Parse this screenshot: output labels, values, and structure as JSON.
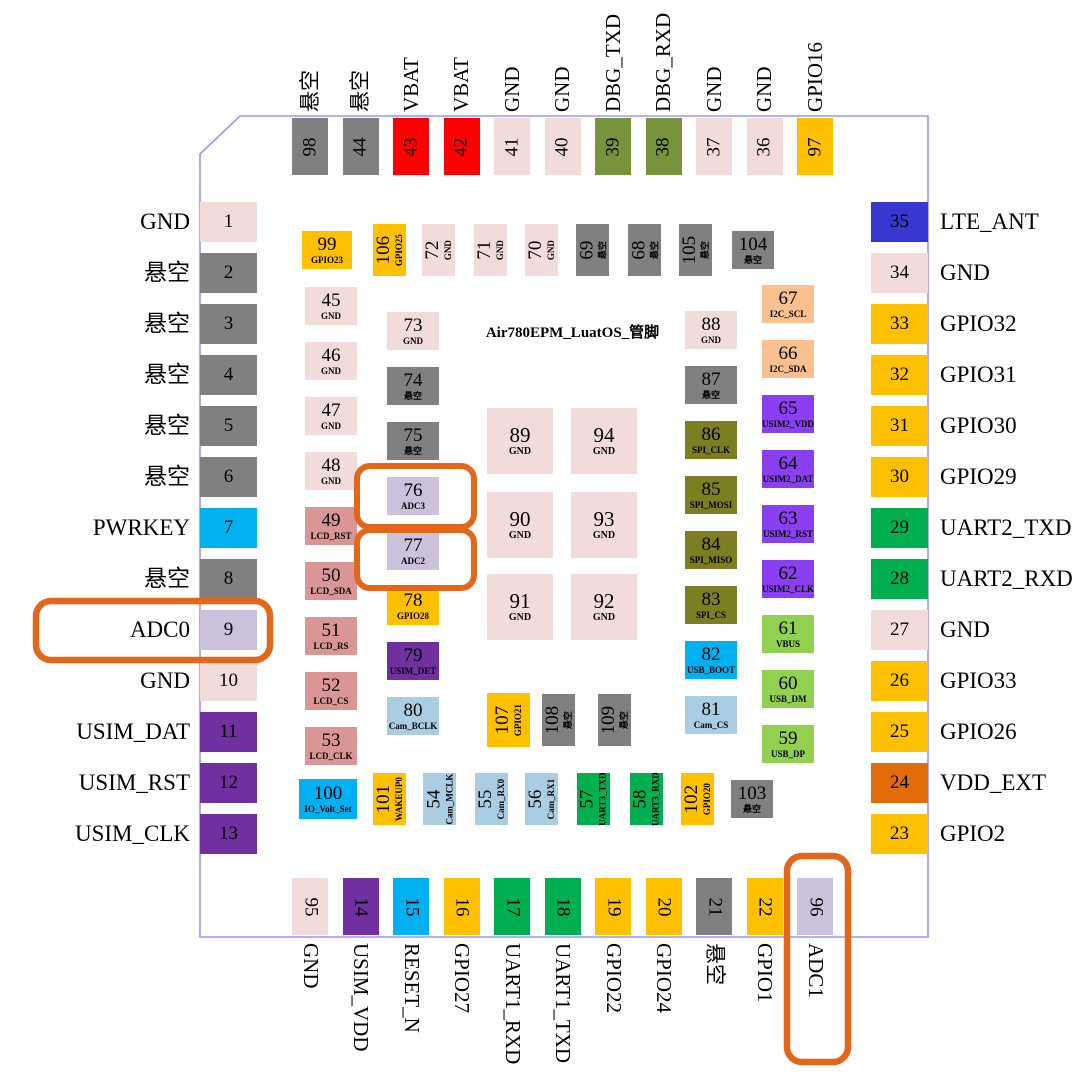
{
  "title": "Air780EPM_LuatOS_管脚",
  "chip": {
    "border_color": "#9595fa",
    "background": "#ffffff"
  },
  "highlight": {
    "color": "#e2671b",
    "targets": [
      "ADC0",
      "ADC1",
      "ADC2",
      "ADC3"
    ]
  },
  "colors": {
    "nc": "#808080",
    "gnd": "#f2dcdb",
    "vbat": "#ff0000",
    "dbg": "#77933c",
    "gpio": "#ffc000",
    "lte": "#3838d0",
    "pwr": "#00b0f0",
    "adc": "#ccc1db",
    "usim": "#7030a0",
    "uart": "#00b050",
    "vddext": "#e36c0a",
    "lcd": "#d99694",
    "i2c": "#fac090",
    "usim2": "#8a40f0",
    "usb": "#92d050",
    "spi": "#7d7d22",
    "cam": "#aacde4",
    "boot": "#00b0f0",
    "iovolt": "#00b0f0",
    "wakeup": "#ffc000"
  },
  "outer": {
    "top": [
      {
        "num": "98",
        "label": "悬空",
        "type": "nc"
      },
      {
        "num": "44",
        "label": "悬空",
        "type": "nc"
      },
      {
        "num": "43",
        "label": "VBAT",
        "type": "vbat"
      },
      {
        "num": "42",
        "label": "VBAT",
        "type": "vbat"
      },
      {
        "num": "41",
        "label": "GND",
        "type": "gnd"
      },
      {
        "num": "40",
        "label": "GND",
        "type": "gnd"
      },
      {
        "num": "39",
        "label": "DBG_TXD",
        "type": "dbg"
      },
      {
        "num": "38",
        "label": "DBG_RXD",
        "type": "dbg"
      },
      {
        "num": "37",
        "label": "GND",
        "type": "gnd"
      },
      {
        "num": "36",
        "label": "GND",
        "type": "gnd"
      },
      {
        "num": "97",
        "label": "GPIO16",
        "type": "gpio"
      }
    ],
    "bottom": [
      {
        "num": "95",
        "label": "GND",
        "type": "gnd"
      },
      {
        "num": "14",
        "label": "USIM_VDD",
        "type": "usim"
      },
      {
        "num": "15",
        "label": "RESET_N",
        "type": "pwr"
      },
      {
        "num": "16",
        "label": "GPIO27",
        "type": "gpio"
      },
      {
        "num": "17",
        "label": "UART1_RXD",
        "type": "uart"
      },
      {
        "num": "18",
        "label": "UART1_TXD",
        "type": "uart"
      },
      {
        "num": "19",
        "label": "GPIO22",
        "type": "gpio"
      },
      {
        "num": "20",
        "label": "GPIO24",
        "type": "gpio"
      },
      {
        "num": "21",
        "label": "悬空",
        "type": "nc"
      },
      {
        "num": "22",
        "label": "GPIO1",
        "type": "gpio"
      },
      {
        "num": "96",
        "label": "ADC1",
        "type": "adc"
      }
    ],
    "left": [
      {
        "num": "1",
        "label": "GND",
        "type": "gnd"
      },
      {
        "num": "2",
        "label": "悬空",
        "type": "nc"
      },
      {
        "num": "3",
        "label": "悬空",
        "type": "nc"
      },
      {
        "num": "4",
        "label": "悬空",
        "type": "nc"
      },
      {
        "num": "5",
        "label": "悬空",
        "type": "nc"
      },
      {
        "num": "6",
        "label": "悬空",
        "type": "nc"
      },
      {
        "num": "7",
        "label": "PWRKEY",
        "type": "pwr"
      },
      {
        "num": "8",
        "label": "悬空",
        "type": "nc"
      },
      {
        "num": "9",
        "label": "ADC0",
        "type": "adc"
      },
      {
        "num": "10",
        "label": "GND",
        "type": "gnd"
      },
      {
        "num": "11",
        "label": "USIM_DAT",
        "type": "usim"
      },
      {
        "num": "12",
        "label": "USIM_RST",
        "type": "usim"
      },
      {
        "num": "13",
        "label": "USIM_CLK",
        "type": "usim"
      }
    ],
    "right": [
      {
        "num": "35",
        "label": "LTE_ANT",
        "type": "lte"
      },
      {
        "num": "34",
        "label": "GND",
        "type": "gnd"
      },
      {
        "num": "33",
        "label": "GPIO32",
        "type": "gpio"
      },
      {
        "num": "32",
        "label": "GPIO31",
        "type": "gpio"
      },
      {
        "num": "31",
        "label": "GPIO30",
        "type": "gpio"
      },
      {
        "num": "30",
        "label": "GPIO29",
        "type": "gpio"
      },
      {
        "num": "29",
        "label": "UART2_TXD",
        "type": "uart"
      },
      {
        "num": "28",
        "label": "UART2_RXD",
        "type": "uart"
      },
      {
        "num": "27",
        "label": "GND",
        "type": "gnd"
      },
      {
        "num": "26",
        "label": "GPIO33",
        "type": "gpio"
      },
      {
        "num": "25",
        "label": "GPIO26",
        "type": "gpio"
      },
      {
        "num": "24",
        "label": "VDD_EXT",
        "type": "vddext"
      },
      {
        "num": "23",
        "label": "GPIO2",
        "type": "gpio"
      }
    ]
  },
  "inner": {
    "top_row": [
      {
        "num": "99",
        "label": "GPIO23",
        "type": "gpio",
        "orient": "h"
      },
      {
        "num": "106",
        "label": "GPIO25",
        "type": "gpio",
        "orient": "v"
      },
      {
        "num": "72",
        "label": "GND",
        "type": "gnd",
        "orient": "v"
      },
      {
        "num": "71",
        "label": "GND",
        "type": "gnd",
        "orient": "v"
      },
      {
        "num": "70",
        "label": "GND",
        "type": "gnd",
        "orient": "v"
      },
      {
        "num": "69",
        "label": "悬空",
        "type": "nc",
        "orient": "v"
      },
      {
        "num": "68",
        "label": "悬空",
        "type": "nc",
        "orient": "v"
      },
      {
        "num": "105",
        "label": "悬空",
        "type": "nc",
        "orient": "v"
      },
      {
        "num": "104",
        "label": "悬空",
        "type": "nc",
        "orient": "h"
      }
    ],
    "col_a": [
      {
        "num": "45",
        "label": "GND",
        "type": "gnd",
        "orient": "h"
      },
      {
        "num": "46",
        "label": "GND",
        "type": "gnd",
        "orient": "h"
      },
      {
        "num": "47",
        "label": "GND",
        "type": "gnd",
        "orient": "h"
      },
      {
        "num": "48",
        "label": "GND",
        "type": "gnd",
        "orient": "h"
      },
      {
        "num": "49",
        "label": "LCD_RST",
        "type": "lcd",
        "orient": "h"
      },
      {
        "num": "50",
        "label": "LCD_SDA",
        "type": "lcd",
        "orient": "h"
      },
      {
        "num": "51",
        "label": "LCD_RS",
        "type": "lcd",
        "orient": "h"
      },
      {
        "num": "52",
        "label": "LCD_CS",
        "type": "lcd",
        "orient": "h"
      },
      {
        "num": "53",
        "label": "LCD_CLK",
        "type": "lcd",
        "orient": "h"
      }
    ],
    "col_b": [
      {
        "num": "73",
        "label": "GND",
        "type": "gnd",
        "orient": "h"
      },
      {
        "num": "74",
        "label": "悬空",
        "type": "nc",
        "orient": "h"
      },
      {
        "num": "75",
        "label": "悬空",
        "type": "nc",
        "orient": "h"
      },
      {
        "num": "76",
        "label": "ADC3",
        "type": "adc",
        "orient": "h"
      },
      {
        "num": "77",
        "label": "ADC2",
        "type": "adc",
        "orient": "h"
      },
      {
        "num": "78",
        "label": "GPIO28",
        "type": "gpio",
        "orient": "h"
      },
      {
        "num": "79",
        "label": "USIM_DET",
        "type": "usim",
        "orient": "h"
      },
      {
        "num": "80",
        "label": "Cam_BCLK",
        "type": "cam",
        "orient": "h"
      }
    ],
    "center": [
      {
        "num": "89",
        "label": "GND",
        "type": "gnd"
      },
      {
        "num": "94",
        "label": "GND",
        "type": "gnd"
      },
      {
        "num": "90",
        "label": "GND",
        "type": "gnd"
      },
      {
        "num": "93",
        "label": "GND",
        "type": "gnd"
      },
      {
        "num": "91",
        "label": "GND",
        "type": "gnd"
      },
      {
        "num": "92",
        "label": "GND",
        "type": "gnd"
      }
    ],
    "col_c": [
      {
        "num": "88",
        "label": "GND",
        "type": "gnd",
        "orient": "h"
      },
      {
        "num": "87",
        "label": "悬空",
        "type": "nc",
        "orient": "h"
      },
      {
        "num": "86",
        "label": "SPI_CLK",
        "type": "spi",
        "orient": "h"
      },
      {
        "num": "85",
        "label": "SPI_MOSI",
        "type": "spi",
        "orient": "h"
      },
      {
        "num": "84",
        "label": "SPI_MISO",
        "type": "spi",
        "orient": "h"
      },
      {
        "num": "83",
        "label": "SPI_CS",
        "type": "spi",
        "orient": "h"
      },
      {
        "num": "82",
        "label": "USB_BOOT",
        "type": "boot",
        "orient": "h"
      },
      {
        "num": "81",
        "label": "Cam_CS",
        "type": "cam",
        "orient": "h"
      }
    ],
    "col_d": [
      {
        "num": "67",
        "label": "I2C_SCL",
        "type": "i2c",
        "orient": "h"
      },
      {
        "num": "66",
        "label": "I2C_SDA",
        "type": "i2c",
        "orient": "h"
      },
      {
        "num": "65",
        "label": "USIM2_VDD",
        "type": "usim2",
        "orient": "h"
      },
      {
        "num": "64",
        "label": "USIM2_DAT",
        "type": "usim2",
        "orient": "h"
      },
      {
        "num": "63",
        "label": "USIM2_RST",
        "type": "usim2",
        "orient": "h"
      },
      {
        "num": "62",
        "label": "USIM2_CLK",
        "type": "usim2",
        "orient": "h"
      },
      {
        "num": "61",
        "label": "VBUS",
        "type": "usb",
        "orient": "h"
      },
      {
        "num": "60",
        "label": "USB_DM",
        "type": "usb",
        "orient": "h"
      },
      {
        "num": "59",
        "label": "USB_DP",
        "type": "usb",
        "orient": "h"
      }
    ],
    "mid_bottom": [
      {
        "num": "107",
        "label": "GPIO21",
        "type": "gpio",
        "orient": "v"
      },
      {
        "num": "108",
        "label": "悬空",
        "type": "nc",
        "orient": "v"
      },
      {
        "num": "109",
        "label": "悬空",
        "type": "nc",
        "orient": "v"
      }
    ],
    "bottom_row": [
      {
        "num": "100",
        "label": "IO_Volt_Set",
        "type": "iovolt",
        "orient": "h"
      },
      {
        "num": "101",
        "label": "WAKEUP0",
        "type": "wakeup",
        "orient": "v"
      },
      {
        "num": "54",
        "label": "Cam_MCLK",
        "type": "cam",
        "orient": "v"
      },
      {
        "num": "55",
        "label": "Cam_RX0",
        "type": "cam",
        "orient": "v"
      },
      {
        "num": "56",
        "label": "Cam_RX1",
        "type": "cam",
        "orient": "v"
      },
      {
        "num": "57",
        "label": "UART3_TXD",
        "type": "uart",
        "orient": "v"
      },
      {
        "num": "58",
        "label": "UART3_RXD",
        "type": "uart",
        "orient": "v"
      },
      {
        "num": "102",
        "label": "GPIO20",
        "type": "gpio",
        "orient": "v"
      },
      {
        "num": "103",
        "label": "悬空",
        "type": "nc",
        "orient": "h"
      }
    ]
  }
}
